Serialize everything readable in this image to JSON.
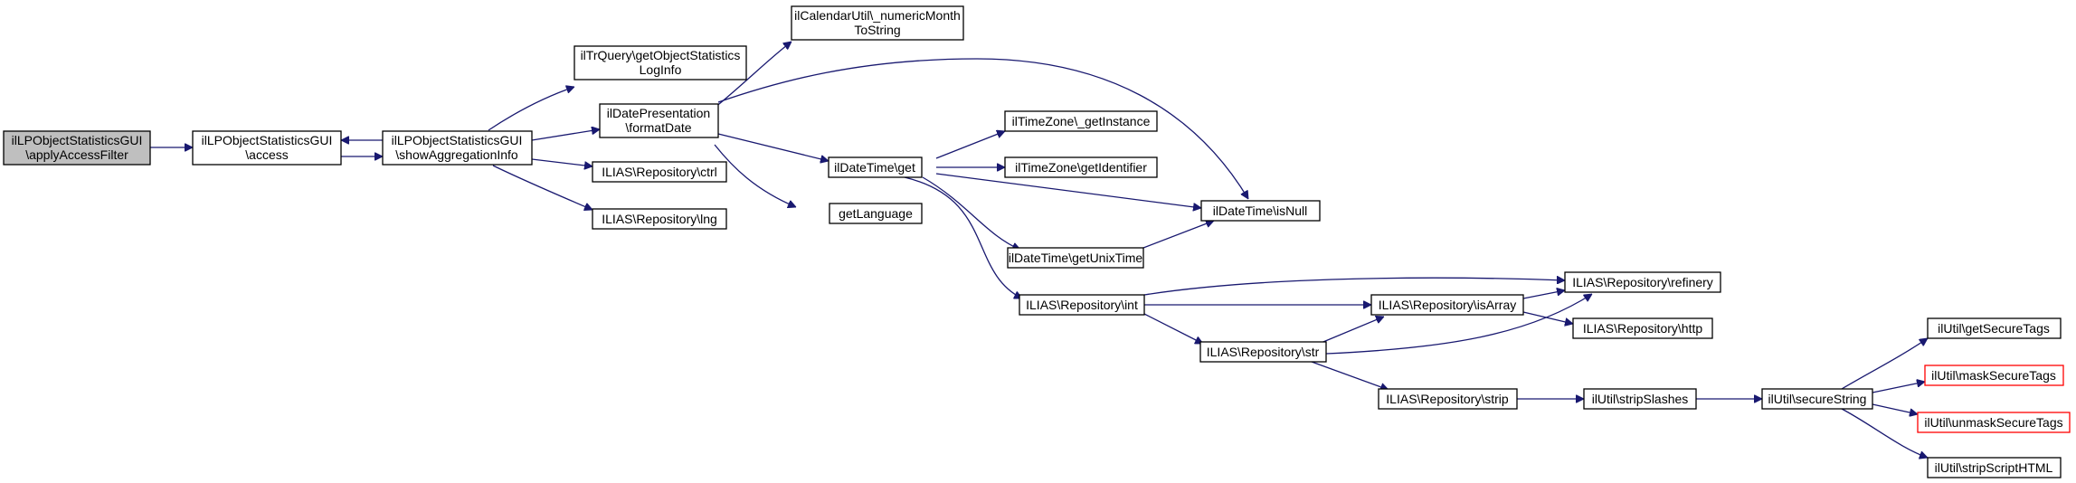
{
  "graph": {
    "nodes": [
      {
        "id": "n0",
        "lines": [
          "ilLPObjectStatisticsGUI",
          "\\applyAccessFilter"
        ],
        "style": "root"
      },
      {
        "id": "n1",
        "lines": [
          "ilLPObjectStatisticsGUI",
          "\\access"
        ],
        "style": "normal"
      },
      {
        "id": "n2",
        "lines": [
          "ilLPObjectStatisticsGUI",
          "\\showAggregationInfo"
        ],
        "style": "normal"
      },
      {
        "id": "n3",
        "lines": [
          "ilTrQuery\\getObjectStatistics",
          "LogInfo"
        ],
        "style": "normal"
      },
      {
        "id": "n4",
        "lines": [
          "ilDatePresentation",
          "\\formatDate"
        ],
        "style": "normal"
      },
      {
        "id": "n5",
        "lines": [
          "ILIAS\\Repository\\ctrl"
        ],
        "style": "normal"
      },
      {
        "id": "n6",
        "lines": [
          "ILIAS\\Repository\\lng"
        ],
        "style": "normal"
      },
      {
        "id": "n7",
        "lines": [
          "ilCalendarUtil\\_numericMonth",
          "ToString"
        ],
        "style": "normal"
      },
      {
        "id": "n8",
        "lines": [
          "ilDateTime\\get"
        ],
        "style": "normal"
      },
      {
        "id": "n9",
        "lines": [
          "getLanguage"
        ],
        "style": "normal"
      },
      {
        "id": "n10",
        "lines": [
          "ilDateTime\\isNull"
        ],
        "style": "normal"
      },
      {
        "id": "n11",
        "lines": [
          "ilTimeZone\\_getInstance"
        ],
        "style": "normal"
      },
      {
        "id": "n12",
        "lines": [
          "ilTimeZone\\getIdentifier"
        ],
        "style": "normal"
      },
      {
        "id": "n13",
        "lines": [
          "ilDateTime\\getUnixTime"
        ],
        "style": "normal"
      },
      {
        "id": "n14",
        "lines": [
          "ILIAS\\Repository\\int"
        ],
        "style": "normal"
      },
      {
        "id": "n15",
        "lines": [
          "ILIAS\\Repository\\refinery"
        ],
        "style": "normal"
      },
      {
        "id": "n16",
        "lines": [
          "ILIAS\\Repository\\isArray"
        ],
        "style": "normal"
      },
      {
        "id": "n17",
        "lines": [
          "ILIAS\\Repository\\str"
        ],
        "style": "normal"
      },
      {
        "id": "n18",
        "lines": [
          "ILIAS\\Repository\\http"
        ],
        "style": "normal"
      },
      {
        "id": "n19",
        "lines": [
          "ILIAS\\Repository\\strip"
        ],
        "style": "normal"
      },
      {
        "id": "n20",
        "lines": [
          "ilUtil\\stripSlashes"
        ],
        "style": "normal"
      },
      {
        "id": "n21",
        "lines": [
          "ilUtil\\secureString"
        ],
        "style": "normal"
      },
      {
        "id": "n22",
        "lines": [
          "ilUtil\\getSecureTags"
        ],
        "style": "normal"
      },
      {
        "id": "n23",
        "lines": [
          "ilUtil\\maskSecureTags"
        ],
        "style": "truncated"
      },
      {
        "id": "n24",
        "lines": [
          "ilUtil\\unmaskSecureTags"
        ],
        "style": "truncated"
      },
      {
        "id": "n25",
        "lines": [
          "ilUtil\\stripScriptHTML"
        ],
        "style": "normal"
      }
    ],
    "edges": [
      {
        "from": "n0",
        "to": "n1"
      },
      {
        "from": "n1",
        "to": "n2"
      },
      {
        "from": "n2",
        "to": "n1"
      },
      {
        "from": "n2",
        "to": "n3"
      },
      {
        "from": "n2",
        "to": "n4"
      },
      {
        "from": "n2",
        "to": "n5"
      },
      {
        "from": "n2",
        "to": "n6"
      },
      {
        "from": "n4",
        "to": "n7"
      },
      {
        "from": "n4",
        "to": "n10"
      },
      {
        "from": "n4",
        "to": "n8"
      },
      {
        "from": "n4",
        "to": "n9"
      },
      {
        "from": "n8",
        "to": "n11"
      },
      {
        "from": "n8",
        "to": "n12"
      },
      {
        "from": "n8",
        "to": "n10"
      },
      {
        "from": "n8",
        "to": "n13"
      },
      {
        "from": "n8",
        "to": "n14"
      },
      {
        "from": "n13",
        "to": "n10"
      },
      {
        "from": "n14",
        "to": "n15"
      },
      {
        "from": "n14",
        "to": "n16"
      },
      {
        "from": "n14",
        "to": "n17"
      },
      {
        "from": "n16",
        "to": "n15"
      },
      {
        "from": "n16",
        "to": "n18"
      },
      {
        "from": "n17",
        "to": "n15"
      },
      {
        "from": "n17",
        "to": "n16"
      },
      {
        "from": "n17",
        "to": "n19"
      },
      {
        "from": "n19",
        "to": "n20"
      },
      {
        "from": "n20",
        "to": "n21"
      },
      {
        "from": "n21",
        "to": "n22"
      },
      {
        "from": "n21",
        "to": "n23"
      },
      {
        "from": "n21",
        "to": "n24"
      },
      {
        "from": "n21",
        "to": "n25"
      }
    ]
  }
}
